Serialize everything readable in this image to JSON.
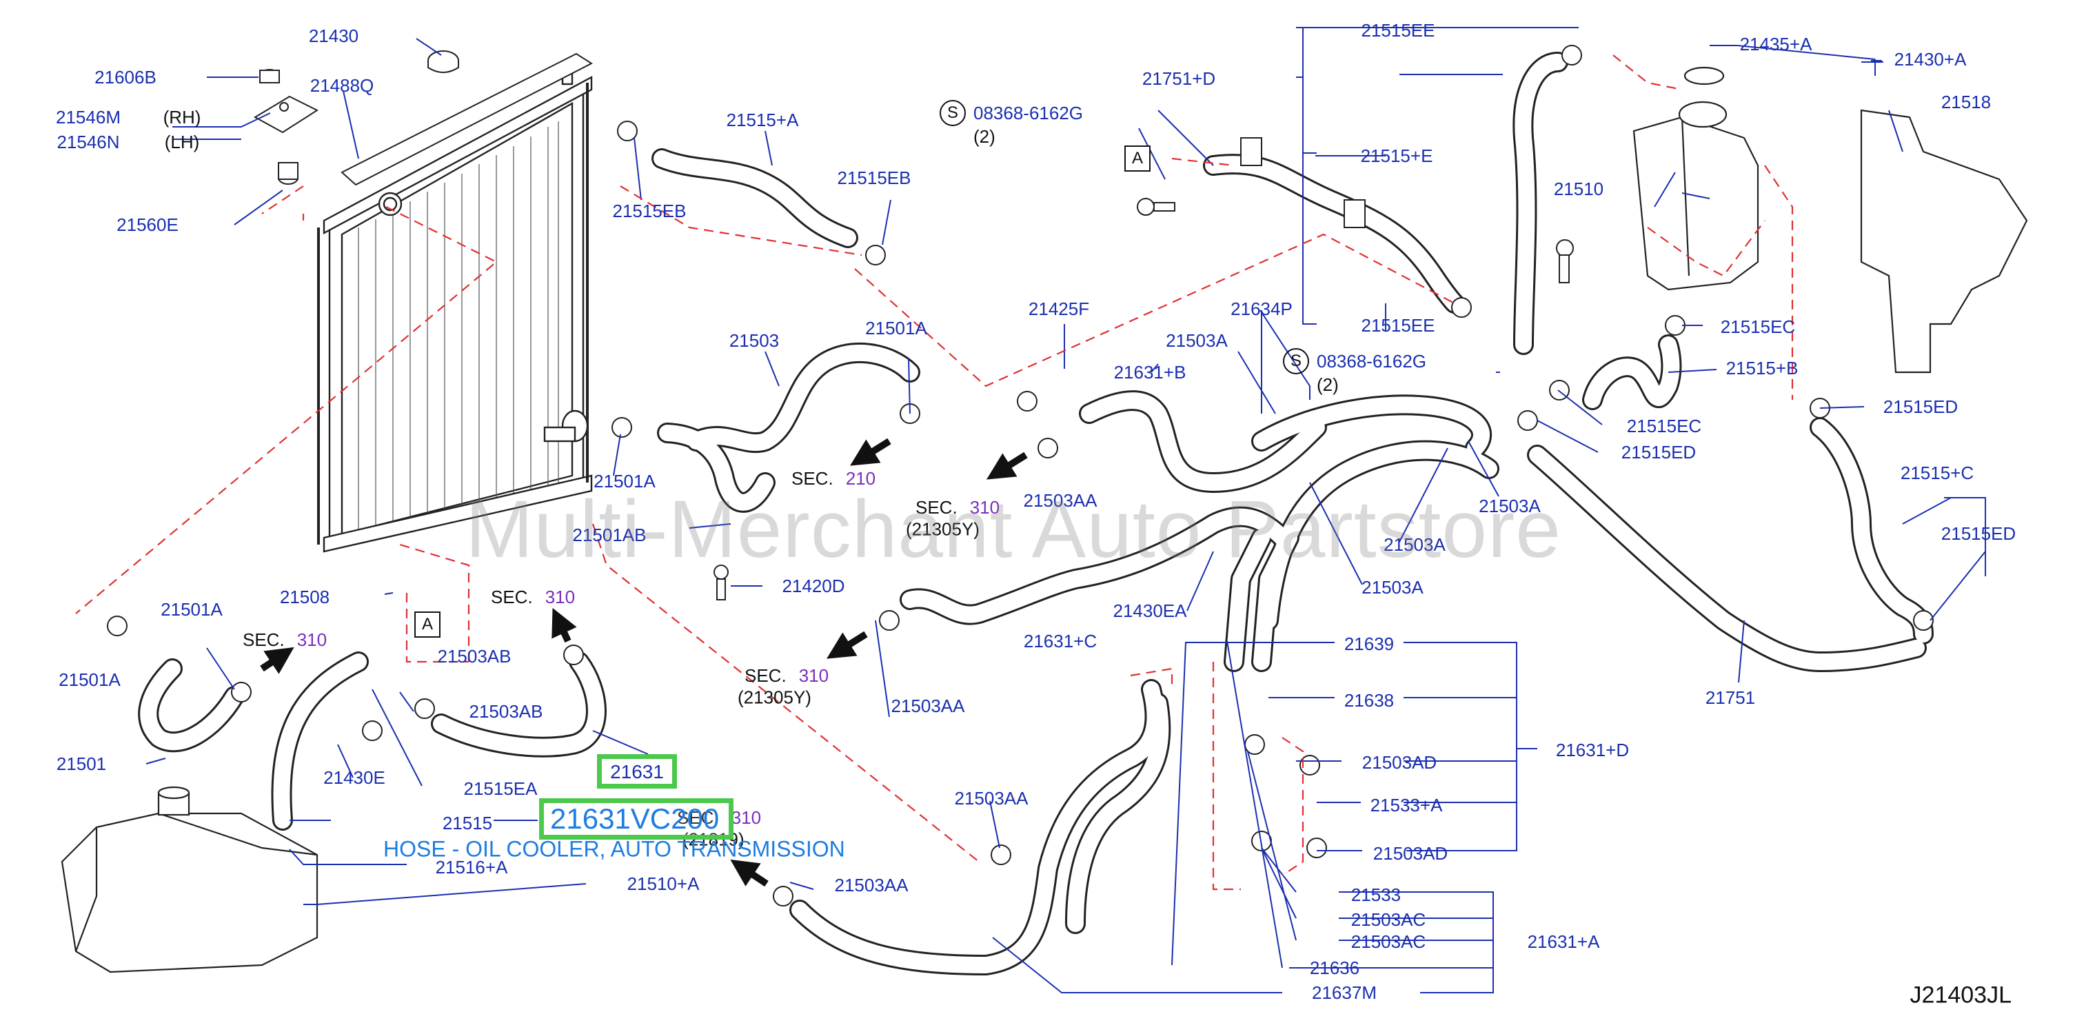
{
  "diagram_code": "J21403JL",
  "watermark": "Multi-Merchant Auto Partstore",
  "highlight": {
    "part_ref": "21631",
    "part_number": "21631VC200",
    "description": "HOSE - OIL COOLER, AUTO TRANSMISSION"
  },
  "callout_S": "S",
  "callout_A": "A",
  "sec": {
    "word": "SEC.",
    "s210": "210",
    "s310": "310",
    "sub_21305Y": "(21305Y)",
    "sub_21819": "(21819)"
  },
  "bolt": {
    "code": "08368-6162G",
    "qty": "(2)"
  },
  "side": {
    "rh": "(RH)",
    "lh": "(LH)"
  },
  "labels": {
    "p21430": "21430",
    "p21606B": "21606B",
    "p21488Q": "21488Q",
    "p21546M": "21546M",
    "p21546N": "21546N",
    "p21560E": "21560E",
    "p21515A_top": "21515+A",
    "p21515EB_a": "21515EB",
    "p21515EB_b": "21515EB",
    "p21503": "21503",
    "p21501A_a": "21501A",
    "p21501A_b": "21501A",
    "p21501A_c": "21501A",
    "p21501A_d": "21501A",
    "p21501AB": "21501AB",
    "p21420D": "21420D",
    "p21508": "21508",
    "p21501": "21501",
    "p21503AB_a": "21503AB",
    "p21503AB_b": "21503AB",
    "p21430E": "21430E",
    "p21515EA": "21515EA",
    "p21515": "21515",
    "p21516A": "21516+A",
    "p21510A": "21510+A",
    "p21503AA_a": "21503AA",
    "p21503AA_b": "21503AA",
    "p21503AA_c": "21503AA",
    "p21503AA_d": "21503AA",
    "p21751D": "21751+D",
    "p21515EE_a": "21515EE",
    "p21515EE_b": "21515EE",
    "p21515E": "21515+E",
    "p21425F": "21425F",
    "p21634P": "21634P",
    "p21503A_a": "21503A",
    "p21503A_b": "21503A",
    "p21503A_c": "21503A",
    "p21503A_d": "21503A",
    "p21631B": "21631+B",
    "p21631C": "21631+C",
    "p21430EA": "21430EA",
    "p21435A": "21435+A",
    "p21430A": "21430+A",
    "p21518": "21518",
    "p21510": "21510",
    "p21515EC_a": "21515EC",
    "p21515EC_b": "21515EC",
    "p21515B": "21515+B",
    "p21515ED_a": "21515ED",
    "p21515ED_b": "21515ED",
    "p21515ED_c": "21515ED",
    "p21515C": "21515+C",
    "p21751": "21751",
    "p21639": "21639",
    "p21638": "21638",
    "p21631D": "21631+D",
    "p21503AD_a": "21503AD",
    "p21503AD_b": "21503AD",
    "p21533A": "21533+A",
    "p21533": "21533",
    "p21503AC_a": "21503AC",
    "p21503AC_b": "21503AC",
    "p21631A": "21631+A",
    "p21636": "21636",
    "p21637M": "21637M"
  },
  "colors": {
    "label": "#1a2fb0",
    "sec_number": "#7a2fbd",
    "dash": "#e03030",
    "highlight": "#4cc94c",
    "part_text": "#1f7de0"
  }
}
